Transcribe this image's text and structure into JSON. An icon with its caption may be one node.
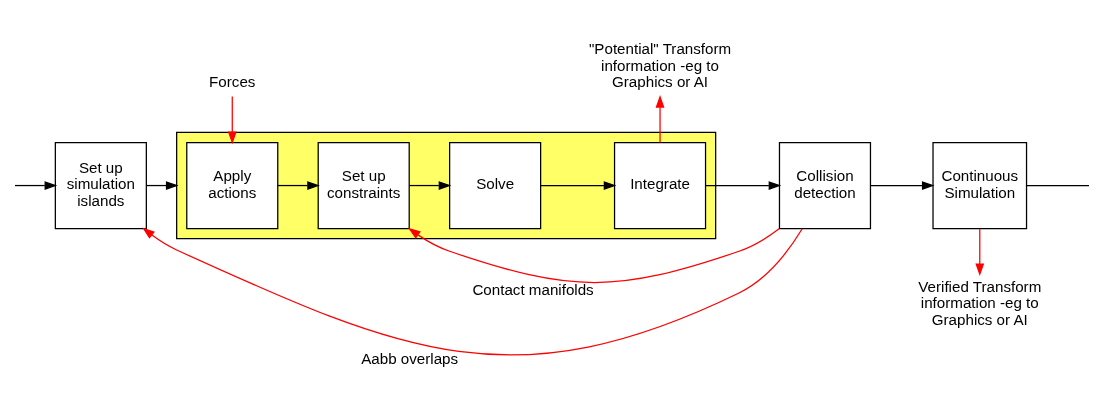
{
  "diagram": {
    "nodes": [
      {
        "text": [
          "Set up simulation islands"
        ]
      },
      {
        "text": [],
        "shape": "box"
      },
      {
        "text": [
          "Apply actions"
        ],
        "in": 1
      },
      {
        "text": [
          "Set up constraints"
        ],
        "in": 1
      },
      {
        "text": [
          "Solve"
        ],
        "in": 1
      },
      {
        "text": [
          "Integrate"
        ],
        "in": 1
      },
      {
        "text": [
          "Collision detection"
        ]
      },
      {
        "text": [
          "Continuous Simulation"
        ]
      },
      {
        "text": [
          "Forces"
        ]
      },
      {
        "text": [
          "\"Potential\" Transform information -eg to Graphics or AI"
        ]
      },
      {
        "text": [
          "Verified Transform information -eg to Graphics or AI"
        ]
      }
    ],
    "edges": [
      {
        "from": null,
        "to": 0,
        "arrow": "to"
      },
      {
        "from": 0,
        "to": 1,
        "arrow": "to"
      },
      {
        "from": 2,
        "to": 3,
        "arrow": "to"
      },
      {
        "from": 3,
        "to": 4,
        "arrow": "to"
      },
      {
        "from": 4,
        "to": 5,
        "arrow": "to"
      },
      {
        "from": 5,
        "to": 6,
        "arrow": "to"
      },
      {
        "from": 6,
        "to": 7,
        "arrow": "to"
      },
      {
        "from": 7,
        "to": null,
        "arrow": "none"
      },
      {
        "from": 8,
        "to": 2,
        "arrow": "to",
        "color": "#ff0000"
      },
      {
        "from": 6,
        "to": 3,
        "arrow": "to",
        "label": "Contact manifolds",
        "color": "#ff0000"
      },
      {
        "from": 6,
        "to": 0,
        "arrow": "to",
        "label": "Aabb overlaps",
        "color": "#ff0000"
      },
      {
        "from": 5,
        "to": 9,
        "arrow": "to",
        "color": "#ff0000"
      },
      {
        "from": 7,
        "to": 10,
        "arrow": "to",
        "color": "#ff0000"
      }
    ]
  }
}
